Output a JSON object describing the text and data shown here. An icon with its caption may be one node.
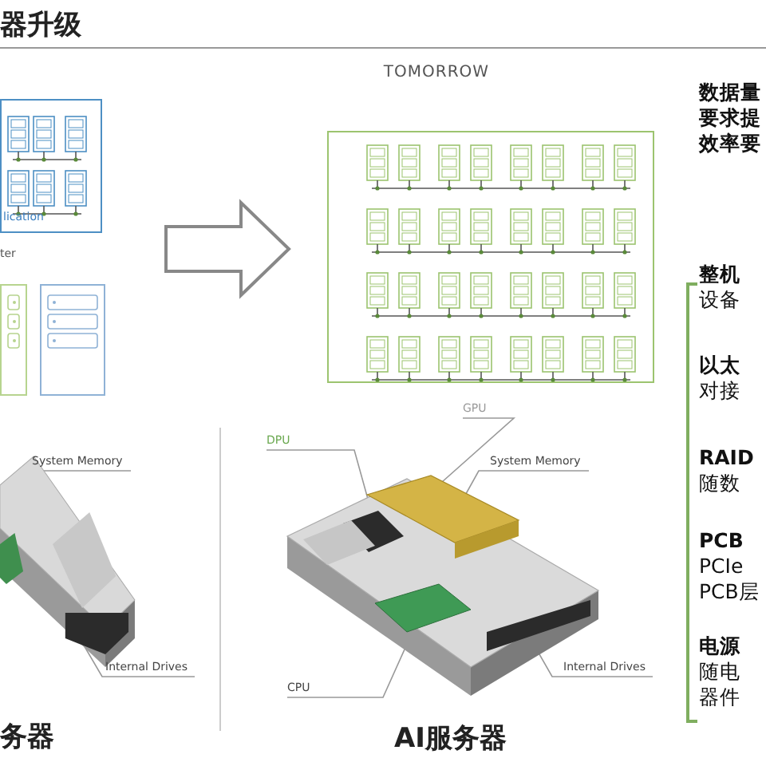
{
  "diagram": {
    "title": "器升级",
    "nodes": [
      {
        "text": [
          "lication",
          "ter"
        ]
      },
      {
        "text": [
          "TOMORROW"
        ]
      },
      {
        "text": [],
        "shape": "box"
      },
      {
        "text": [],
        "shape": "box"
      },
      {
        "text": [],
        "shape": "picture",
        "beside": [
          "务器"
        ]
      },
      {
        "text": [],
        "shape": "picture",
        "beside": [
          "AI服务器"
        ]
      },
      {
        "text": [
          "System Memory"
        ]
      },
      {
        "text": [
          "Internal Drives"
        ]
      },
      {
        "text": [
          "DPU"
        ]
      },
      {
        "text": [
          "GPU"
        ]
      },
      {
        "text": [
          "System Memory"
        ]
      },
      {
        "text": [
          "Internal Drives"
        ]
      },
      {
        "text": [
          "CPU"
        ]
      }
    ],
    "edges": [
      {
        "from": 0,
        "to": 1,
        "arrow": "to"
      },
      {
        "from": 6,
        "to": 4,
        "arrow": "none"
      },
      {
        "from": 7,
        "to": 4,
        "arrow": "none"
      },
      {
        "from": 8,
        "to": 5,
        "arrow": "none"
      },
      {
        "from": 9,
        "to": 5,
        "arrow": "none"
      },
      {
        "from": 10,
        "to": 5,
        "arrow": "none"
      },
      {
        "from": 11,
        "to": 5,
        "arrow": "none"
      },
      {
        "from": 12,
        "to": 5,
        "arrow": "none"
      }
    ],
    "labels": [
      "数据量",
      "要求提",
      "效率要",
      "整机",
      "设备",
      "以太",
      "对接",
      "RAID",
      "随数",
      "PCB",
      "PCIe",
      "PCB层",
      "电源",
      "随电",
      "器件"
    ]
  }
}
